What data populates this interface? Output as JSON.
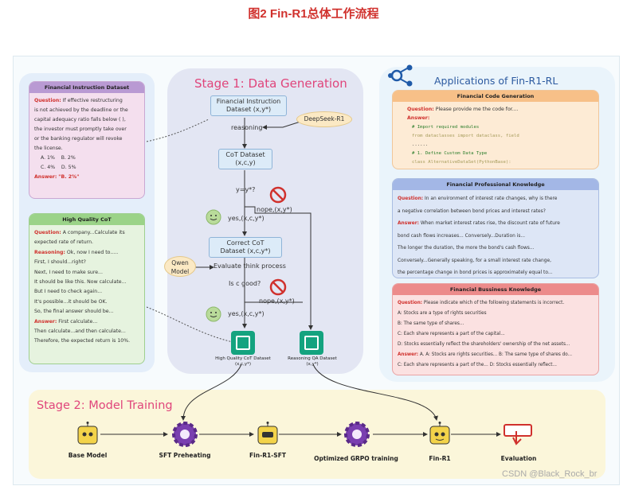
{
  "title": "图2 Fin-R1总体工作流程",
  "watermark": "CSDN @Black_Rock_br",
  "colors": {
    "accent_pink": "#e0457b",
    "title_red": "#d0312d",
    "blue_title": "#2c5aa0"
  },
  "fin_instruction": {
    "header": "Financial Instruction Dataset",
    "q_label": "Question:",
    "q_lines": [
      "If effective restructuring",
      "is not achieved by the deadline or the",
      "capital adequacy ratio falls below ( ),",
      "the investor must promptly take over",
      "or the banking regulator will revoke",
      "the license."
    ],
    "opts1": "A. 1%    B. 2%",
    "opts2": "C. 4%    D. 5%",
    "a_label": "Answer:",
    "a_text": "\"B. 2%\""
  },
  "hq_cot": {
    "header": "High Quality CoT",
    "q_label": "Question:",
    "q_text": "A company...Calculate its",
    "q_text2": "expected rate of return.",
    "r_label": "Reasoning:",
    "r_text": "Ok,  now I need to.....",
    "lines": [
      "First, I should...right?",
      "Next, I need to make sure...",
      "It should be like this. Now calculate...",
      "But I need to check again...",
      "It's possible...it should be OK.",
      "So, the final answer should be..."
    ],
    "a_label": "Answer:",
    "a_text": "First calculate...",
    "a_lines": [
      "Then calculate...and then calculate...",
      "Therefore, the expected return is 10%."
    ]
  },
  "stage1": {
    "title": "Stage 1: Data Generation",
    "fin_box": "Financial Instruction\nDataset  (x,y*)",
    "deepseek": "DeepSeek-R1",
    "reasoning": "reasoning",
    "cot_box": "CoT Dataset\n(x,c,y)",
    "check1": "y=y*?",
    "nope1": "nope,(x,y*)",
    "yes1": "yes,(x,c,y*)",
    "correct_box": "Correct CoT\nDataset   (x,c,y*)",
    "qwen": "Qwen\nModel",
    "evaluate": "Evaluate think process",
    "check2": "Is c good?",
    "nope2": "nope,(x,y*)",
    "yes2": "yes,(x,c,y*)",
    "hq_dataset": "High Quality CoT Dataset\n(x,c,y*)",
    "qa_dataset": "Reasoning QA Dataset\n(x,y*)"
  },
  "apps": {
    "title": "Applications of Fin-R1-RL",
    "code": {
      "header": "Financial Code Generation",
      "q_label": "Question:",
      "q_text": "Please provide me the code for....",
      "a_label": "Answer:",
      "lines": [
        "# Import required modules",
        "from dataclasses import dataclass, field",
        "......",
        "# 1. Define Custom Data Type",
        "class AlternativeDataSet(PythonBase):",
        "......"
      ]
    },
    "prof": {
      "header": "Financial Professional Knowledge",
      "q_label": "Question:",
      "q_text": "In an environment of interest rate changes, why is there",
      "q_text2": "a negative correlation between bond prices and interest rates?",
      "a_label": "Answer:",
      "a_text": "When market interest rates rise, the discount rate of future",
      "lines": [
        "bond cash flows increases... Conversely...Duration is...",
        "The longer the duration, the more the bond's cash flows...",
        "Conversely...Generally speaking, for a small interest rate change,",
        "the percentage change in bond prices is approximately equal to..."
      ]
    },
    "biz": {
      "header": "Financial Bussiness Knowledge",
      "q_label": "Question:",
      "q_text": "Please indicate which of the following statements is incorrect.",
      "lines": [
        "A: Stocks are a type of rights securities",
        "B: The same type of shares...",
        "C: Each share represents a part of the capital...",
        "D: Stocks essentially reflect the shareholders' ownership of the net assets..."
      ],
      "a_label": "Answer:",
      "a_text": "A. A: Stocks are rights securities... B: The same type of shares do...",
      "a_line2": "C: Each share represents a part of the... D: Stocks essentially reflect..."
    }
  },
  "stage2": {
    "title": "Stage 2: Model Training",
    "steps": [
      "Base Model",
      "SFT Preheating",
      "Fin-R1-SFT",
      "Optimized GRPO training",
      "Fin-R1",
      "Evaluation"
    ]
  }
}
